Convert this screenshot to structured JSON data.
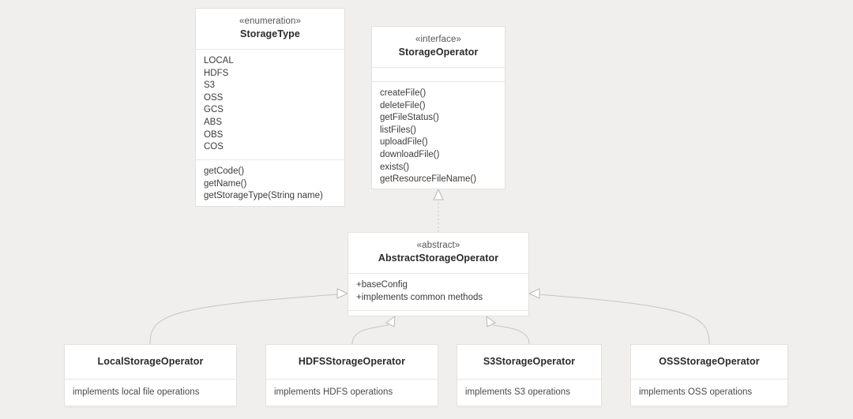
{
  "diagram": {
    "type": "uml-class-diagram",
    "background_color": "#f0efee",
    "box_fill": "#ffffff",
    "box_border": "#e2e1e0",
    "edge_color": "#b9b8b7"
  },
  "classes": {
    "storage_type": {
      "stereotype": "«enumeration»",
      "name": "StorageType",
      "values": [
        "LOCAL",
        "HDFS",
        "S3",
        "OSS",
        "GCS",
        "ABS",
        "OBS",
        "COS"
      ],
      "methods": [
        "getCode()",
        "getName()",
        "getStorageType(String name)"
      ]
    },
    "storage_operator": {
      "stereotype": "«interface»",
      "name": "StorageOperator",
      "attributes": [],
      "methods": [
        "createFile()",
        "deleteFile()",
        "getFileStatus()",
        "listFiles()",
        "uploadFile()",
        "downloadFile()",
        "exists()",
        "getResourceFileName()"
      ]
    },
    "abstract_storage_operator": {
      "stereotype": "«abstract»",
      "name": "AbstractStorageOperator",
      "attributes": [
        "+baseConfig",
        "+implements common methods"
      ],
      "methods": []
    },
    "subclasses": [
      {
        "name": "LocalStorageOperator",
        "note": "implements local file operations"
      },
      {
        "name": "HDFSStorageOperator",
        "note": "implements HDFS operations"
      },
      {
        "name": "S3StorageOperator",
        "note": "implements S3 operations"
      },
      {
        "name": "OSSStorageOperator",
        "note": "implements OSS operations"
      }
    ]
  },
  "relations": [
    {
      "from": "AbstractStorageOperator",
      "to": "StorageOperator",
      "type": "realization",
      "style": "dashed",
      "arrow": "hollow-triangle"
    },
    {
      "from": "LocalStorageOperator",
      "to": "AbstractStorageOperator",
      "type": "generalization",
      "style": "solid",
      "arrow": "hollow-triangle"
    },
    {
      "from": "HDFSStorageOperator",
      "to": "AbstractStorageOperator",
      "type": "generalization",
      "style": "solid",
      "arrow": "hollow-triangle"
    },
    {
      "from": "S3StorageOperator",
      "to": "AbstractStorageOperator",
      "type": "generalization",
      "style": "solid",
      "arrow": "hollow-triangle"
    },
    {
      "from": "OSSStorageOperator",
      "to": "AbstractStorageOperator",
      "type": "generalization",
      "style": "solid",
      "arrow": "hollow-triangle"
    }
  ]
}
